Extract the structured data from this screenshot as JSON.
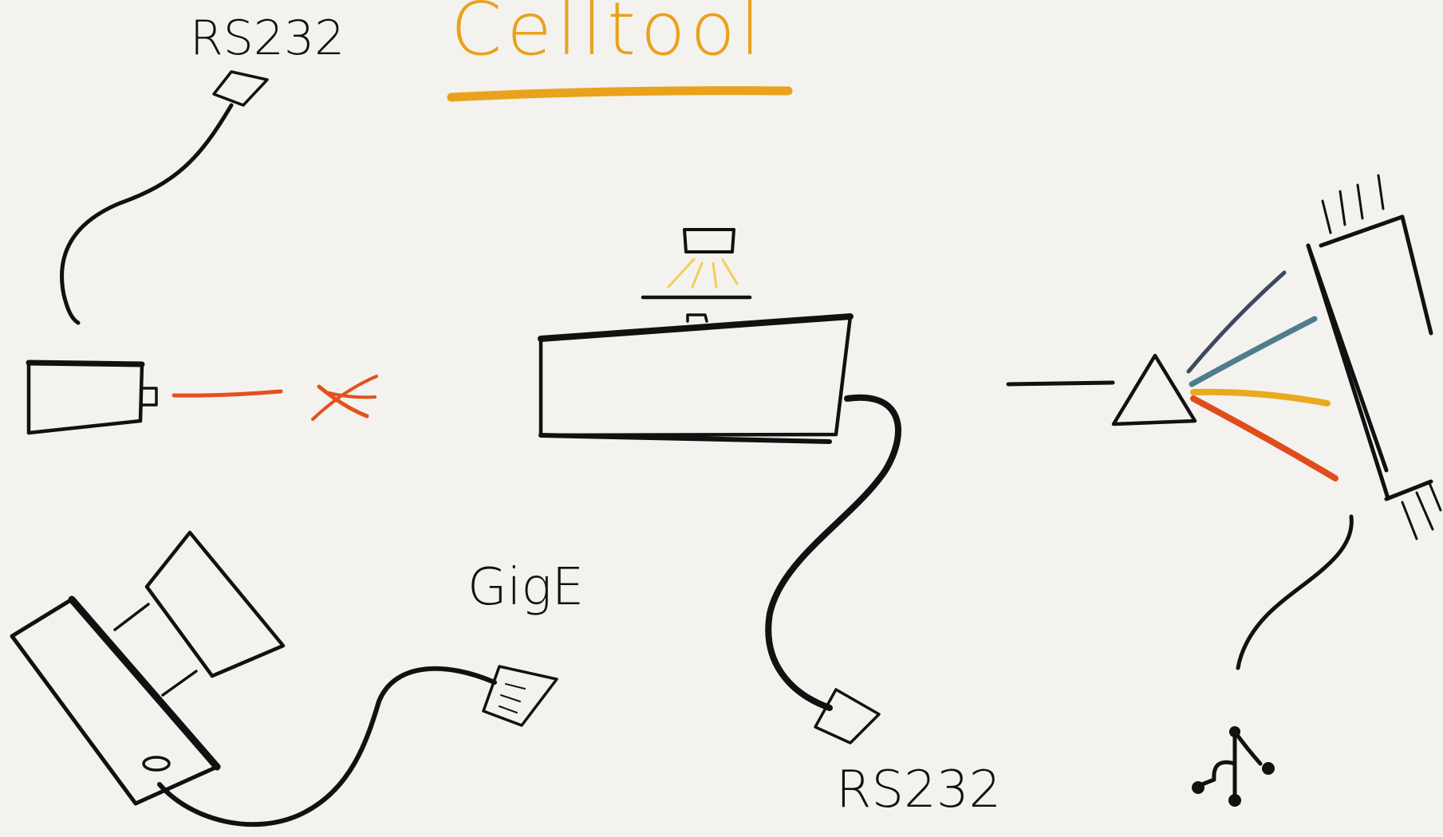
{
  "title": "Celltool",
  "labels": {
    "rs232_top": "RS232",
    "rs232_bottom": "RS232",
    "gige": "GigE"
  },
  "colors": {
    "background": "#f4f2ee",
    "ink": "#111111",
    "accent_orange": "#e8a21c",
    "accent_red": "#e2521e",
    "spectrum_dark_blue": "#3c4a5c",
    "spectrum_teal": "#4f7d8e",
    "spectrum_yellow": "#eaa91e",
    "spectrum_red": "#e04d1c",
    "light_yellow": "#f2cf56"
  },
  "icons": [
    "rs232-connector-icon",
    "light-source-icon",
    "stage-icon",
    "prism-icon",
    "spectrometer-icon",
    "camera-icon",
    "gige-connector-icon",
    "usb-icon",
    "blocked-x-icon"
  ]
}
